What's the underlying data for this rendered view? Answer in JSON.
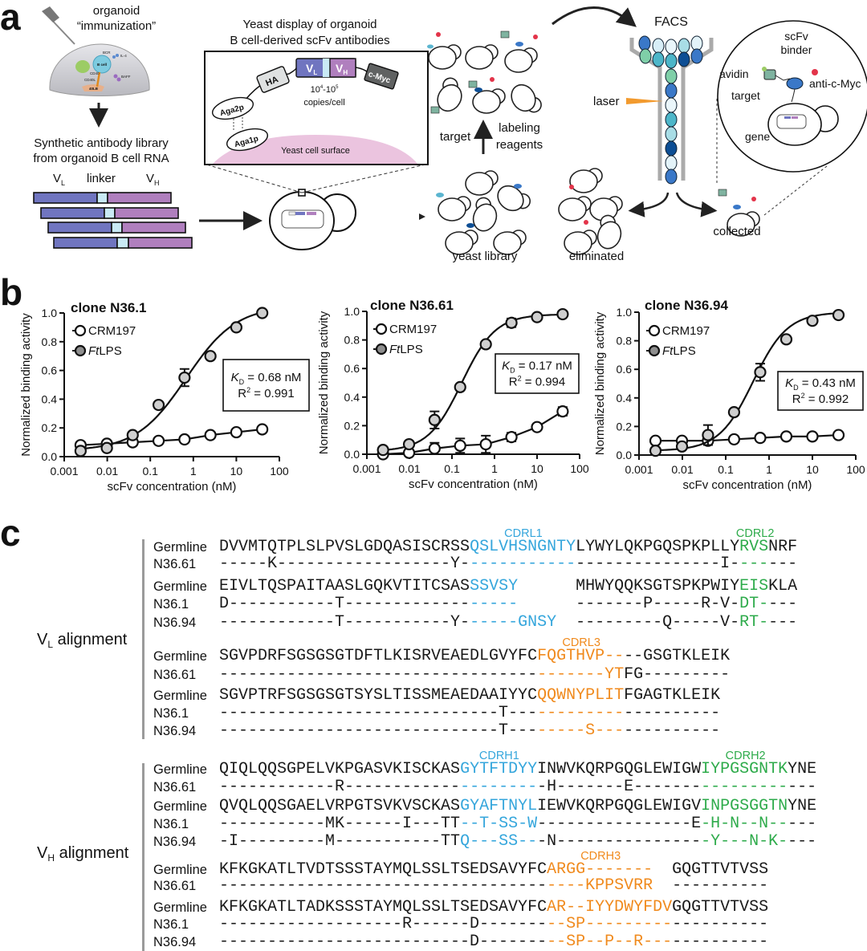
{
  "panel_labels": {
    "a": "a",
    "b": "b",
    "c": "c"
  },
  "panel_a": {
    "organoid": [
      "organoid",
      "“immunization”"
    ],
    "organoid_inner": {
      "bcr": "BCR",
      "bcell": "B cell",
      "il4": "IL-4",
      "cd40": "CD40",
      "cd40l": "CD40L",
      "baff": "BAFF",
      "lb40": "40LB"
    },
    "library": [
      "Synthetic antibody library",
      "from organoid B cell RNA"
    ],
    "library_parts": {
      "vl": "V",
      "vl_sub": "L",
      "linker": "linker",
      "vh": "V",
      "vh_sub": "H"
    },
    "display_title": [
      "Yeast display of organoid",
      "B cell-derived scFv antibodies"
    ],
    "display": {
      "ha": "HA",
      "vl": "V",
      "vl_sub": "L",
      "vh": "V",
      "vh_sub": "H",
      "cmyc": "c-Myc",
      "aga2p": "Aga2p",
      "aga1p": "Aga1p",
      "copies_base1": "10",
      "copies_exp1": "4",
      "copies_base2": "-10",
      "copies_exp2": "5",
      "copies_unit": "copies/cell",
      "surface": "Yeast cell surface"
    },
    "target": "target",
    "labeling": [
      "labeling",
      "reagents"
    ],
    "yeast_library": "yeast library",
    "eliminated": "eliminated",
    "facs": "FACS",
    "laser": "laser",
    "collected": "collected",
    "inset": {
      "scfv": "scFv",
      "binder": "binder",
      "avidin": "avidin",
      "target": "target",
      "anti_cmyc": "anti-c-Myc",
      "gene": "gene"
    }
  },
  "chart_data": [
    {
      "type": "line",
      "title": "clone N36.1",
      "xlabel": "scFv concentration (nM)",
      "ylabel": "Normalized binding activity",
      "xscale": "log",
      "xlim": [
        0.001,
        100
      ],
      "ylim": [
        0,
        1.0
      ],
      "xticks": [
        "0.001",
        "0.01",
        "0.1",
        "1",
        "10",
        "100"
      ],
      "yticks": [
        "0.0",
        "0.2",
        "0.4",
        "0.6",
        "0.8",
        "1.0"
      ],
      "x": [
        0.0024,
        0.0098,
        0.039,
        0.156,
        0.625,
        2.5,
        10,
        40
      ],
      "series": [
        {
          "name": "CRM197",
          "name_italic": "",
          "name_rest": "CRM197",
          "marker": "open",
          "values": [
            0.08,
            0.09,
            0.1,
            0.11,
            0.12,
            0.15,
            0.17,
            0.19
          ],
          "err": [
            0,
            0,
            0,
            0,
            0,
            0,
            0,
            0
          ]
        },
        {
          "name": "FtLPS",
          "name_italic": "Ft",
          "name_rest": "LPS",
          "marker": "filled",
          "values": [
            0.04,
            0.06,
            0.15,
            0.36,
            0.55,
            0.7,
            0.9,
            1.0
          ],
          "err": [
            0,
            0,
            0,
            0,
            0.06,
            0,
            0,
            0
          ],
          "fit": {
            "bottom": 0.04,
            "top": 1.05,
            "kd": 0.68,
            "hill": 0.75
          }
        }
      ],
      "stats": {
        "kd_k": "K",
        "kd_sub": "D",
        "kd_text": " = 0.68 nM",
        "r2_r": "R",
        "r2_sup": "2",
        "r2_text": " = 0.991"
      },
      "legend": "top-left"
    },
    {
      "type": "line",
      "title": "clone N36.61",
      "xlabel": "scFv concentration (nM)",
      "ylabel": "Normalized binding activity",
      "xscale": "log",
      "xlim": [
        0.001,
        100
      ],
      "ylim": [
        0,
        1.0
      ],
      "xticks": [
        "0.001",
        "0.01",
        "0.1",
        "1",
        "10",
        "100"
      ],
      "yticks": [
        "0.0",
        "0.2",
        "0.4",
        "0.6",
        "0.8",
        "1.0"
      ],
      "x": [
        0.0024,
        0.0098,
        0.039,
        0.156,
        0.625,
        2.5,
        10,
        40
      ],
      "series": [
        {
          "name": "CRM197",
          "name_italic": "",
          "name_rest": "CRM197",
          "marker": "open",
          "values": [
            0.0,
            0.01,
            0.04,
            0.06,
            0.07,
            0.12,
            0.19,
            0.3
          ],
          "err": [
            0,
            0,
            0.04,
            0.05,
            0.06,
            0.03,
            0,
            0.03
          ]
        },
        {
          "name": "FtLPS",
          "name_italic": "Ft",
          "name_rest": "LPS",
          "marker": "filled",
          "values": [
            0.03,
            0.07,
            0.24,
            0.47,
            0.77,
            0.92,
            0.96,
            0.98
          ],
          "err": [
            0,
            0,
            0.06,
            0,
            0,
            0.03,
            0,
            0
          ],
          "fit": {
            "bottom": 0.02,
            "top": 0.98,
            "kd": 0.17,
            "hill": 1.1
          }
        }
      ],
      "stats": {
        "kd_k": "K",
        "kd_sub": "D",
        "kd_text": " = 0.17 nM",
        "r2_r": "R",
        "r2_sup": "2",
        "r2_text": " = 0.994"
      },
      "legend": "top-left"
    },
    {
      "type": "line",
      "title": "clone N36.94",
      "xlabel": "scFv concentration (nM)",
      "ylabel": "Normalized binding activity",
      "xscale": "log",
      "xlim": [
        0.001,
        100
      ],
      "ylim": [
        0,
        1.0
      ],
      "xticks": [
        "0.001",
        "0.01",
        "0.1",
        "1",
        "10",
        "100"
      ],
      "yticks": [
        "0.0",
        "0.2",
        "0.4",
        "0.6",
        "0.8",
        "1.0"
      ],
      "x": [
        0.0024,
        0.0098,
        0.039,
        0.156,
        0.625,
        2.5,
        10,
        40
      ],
      "series": [
        {
          "name": "CRM197",
          "name_italic": "",
          "name_rest": "CRM197",
          "marker": "open",
          "values": [
            0.1,
            0.1,
            0.1,
            0.11,
            0.12,
            0.13,
            0.13,
            0.14
          ],
          "err": [
            0,
            0,
            0,
            0,
            0,
            0,
            0,
            0
          ]
        },
        {
          "name": "FtLPS",
          "name_italic": "Ft",
          "name_rest": "LPS",
          "marker": "filled",
          "values": [
            0.03,
            0.06,
            0.14,
            0.3,
            0.58,
            0.81,
            0.94,
            0.98
          ],
          "err": [
            0,
            0,
            0.07,
            0,
            0.06,
            0,
            0,
            0
          ],
          "fit": {
            "bottom": 0.03,
            "top": 1.0,
            "kd": 0.43,
            "hill": 1.1
          }
        }
      ],
      "stats": {
        "kd_k": "K",
        "kd_sub": "D",
        "kd_text": " = 0.43 nM",
        "r2_r": "R",
        "r2_sup": "2",
        "r2_text": " = 0.992"
      },
      "legend": "top-left"
    }
  ],
  "alignment": {
    "colors": {
      "k": "#1a1a1a",
      "c1": "#35a6dc",
      "c2": "#2eab4b",
      "c3": "#f08a1d"
    },
    "vl": {
      "label_v": "V",
      "label_sub": "L",
      "label_rest": " alignment",
      "blocks": [
        {
          "rows": [
            {
              "name": "Germline",
              "segs": [
                {
                  "t": "DVVMTQTPLSLPVSLGDQASISCRSS",
                  "c": "k"
                },
                {
                  "t": "QSLVHSNGNTY",
                  "c": "c1",
                  "label": "CDRL1"
                },
                {
                  "t": "LYWYLQKPGQSPKPLLY",
                  "c": "k"
                },
                {
                  "t": "RVS",
                  "c": "c2",
                  "label": "CDRL2"
                },
                {
                  "t": "NRF",
                  "c": "k"
                }
              ]
            },
            {
              "name": "N36.61",
              "segs": [
                {
                  "t": "-----K------------------Y-",
                  "c": "k"
                },
                {
                  "t": "-----------",
                  "c": "c1"
                },
                {
                  "t": "---------------I-",
                  "c": "k"
                },
                {
                  "t": "---",
                  "c": "c2"
                },
                {
                  "t": "---",
                  "c": "k"
                }
              ]
            }
          ]
        },
        {
          "rows": [
            {
              "name": "Germline",
              "segs": [
                {
                  "t": "EIVLTQSPAITAASLGQKVTITCSAS",
                  "c": "k"
                },
                {
                  "t": "SSVSY",
                  "c": "c1"
                },
                {
                  "t": "      ",
                  "c": "k"
                },
                {
                  "t": "MHWYQQKSGTSPKPWIY",
                  "c": "k"
                },
                {
                  "t": "EIS",
                  "c": "c2"
                },
                {
                  "t": "KLA",
                  "c": "k"
                }
              ]
            },
            {
              "name": "N36.1",
              "segs": [
                {
                  "t": "D-----------T-------------",
                  "c": "k"
                },
                {
                  "t": "-----",
                  "c": "c1"
                },
                {
                  "t": "      ",
                  "c": "k"
                },
                {
                  "t": "-------P-----R-V-",
                  "c": "k"
                },
                {
                  "t": "DT-",
                  "c": "c2"
                },
                {
                  "t": "---",
                  "c": "k"
                }
              ]
            },
            {
              "name": "N36.94",
              "segs": [
                {
                  "t": "------------T-----------Y-",
                  "c": "k"
                },
                {
                  "t": "-----GNSY",
                  "c": "c1"
                },
                {
                  "t": "  ",
                  "c": "k"
                },
                {
                  "t": "---------Q-----V-",
                  "c": "k"
                },
                {
                  "t": "RT-",
                  "c": "c2"
                },
                {
                  "t": "---",
                  "c": "k"
                }
              ]
            }
          ]
        },
        {
          "rows": [
            {
              "name": "Germline",
              "segs": [
                {
                  "t": "SGVPDRFSGSGSGTDFTLKISRVEAEDLGVYFC",
                  "c": "k"
                },
                {
                  "t": "FQGTHVP--",
                  "c": "c3",
                  "label": "CDRL3"
                },
                {
                  "t": "--GSGTKLEIK",
                  "c": "k"
                }
              ]
            },
            {
              "name": "N36.61",
              "segs": [
                {
                  "t": "---------------------------------",
                  "c": "k"
                },
                {
                  "t": "-------YT",
                  "c": "c3"
                },
                {
                  "t": "FG---------",
                  "c": "k"
                }
              ]
            }
          ]
        },
        {
          "rows": [
            {
              "name": "Germline",
              "segs": [
                {
                  "t": "SGVPTRFSGSGSGTSYSLTISSMEAEDAAIYYC",
                  "c": "k"
                },
                {
                  "t": "QQWNYPLIT",
                  "c": "c3"
                },
                {
                  "t": "FGAGTKLEIK",
                  "c": "k"
                }
              ]
            },
            {
              "name": "N36.1",
              "segs": [
                {
                  "t": "-----------------------------T---",
                  "c": "k"
                },
                {
                  "t": "---------",
                  "c": "c3"
                },
                {
                  "t": "----------",
                  "c": "k"
                }
              ]
            },
            {
              "name": "N36.94",
              "segs": [
                {
                  "t": "-----------------------------T---",
                  "c": "k"
                },
                {
                  "t": "-----S---",
                  "c": "c3"
                },
                {
                  "t": "----------",
                  "c": "k"
                }
              ]
            }
          ]
        }
      ]
    },
    "vh": {
      "label_v": "V",
      "label_sub": "H",
      "label_rest": " alignment",
      "blocks": [
        {
          "rows": [
            {
              "name": "Germline",
              "segs": [
                {
                  "t": "QIQLQQSGPELVKPGASVKISCKAS",
                  "c": "k"
                },
                {
                  "t": "GYTFTDYY",
                  "c": "c1",
                  "label": "CDRH1"
                },
                {
                  "t": "INWVKQRPGQGLEWIGW",
                  "c": "k"
                },
                {
                  "t": "IYPGSGNTK",
                  "c": "c2",
                  "label": "CDRH2"
                },
                {
                  "t": "YNE",
                  "c": "k"
                }
              ]
            },
            {
              "name": "N36.61",
              "segs": [
                {
                  "t": "------------R------------",
                  "c": "k"
                },
                {
                  "t": "--------",
                  "c": "c1"
                },
                {
                  "t": "-H-------E-------",
                  "c": "k"
                },
                {
                  "t": "---------",
                  "c": "c2"
                },
                {
                  "t": "---",
                  "c": "k"
                }
              ]
            }
          ]
        },
        {
          "rows": [
            {
              "name": "Germline",
              "segs": [
                {
                  "t": "QVQLQQSGAELVRPGTSVKVSCKAS",
                  "c": "k"
                },
                {
                  "t": "GYAFTNYL",
                  "c": "c1"
                },
                {
                  "t": "IEWVKQRPGQGLEWIGV",
                  "c": "k"
                },
                {
                  "t": "INPGSGGTN",
                  "c": "c2"
                },
                {
                  "t": "YNE",
                  "c": "k"
                }
              ]
            },
            {
              "name": "N36.1",
              "segs": [
                {
                  "t": "-----------MK------I---TT",
                  "c": "k"
                },
                {
                  "t": "--T-SS-W",
                  "c": "c1"
                },
                {
                  "t": "----------------E",
                  "c": "k"
                },
                {
                  "t": "-H-N--N--",
                  "c": "c2"
                },
                {
                  "t": "---",
                  "c": "k"
                }
              ]
            },
            {
              "name": "N36.94",
              "segs": [
                {
                  "t": "-I---------M-----------TT",
                  "c": "k"
                },
                {
                  "t": "Q---SS--",
                  "c": "c1"
                },
                {
                  "t": "-N---------------",
                  "c": "k"
                },
                {
                  "t": "-Y---N-K-",
                  "c": "c2"
                },
                {
                  "t": "---",
                  "c": "k"
                }
              ]
            }
          ]
        },
        {
          "rows": [
            {
              "name": "Germline",
              "segs": [
                {
                  "t": "KFKGKATLTVDTSSSTAYMQLSSLTSEDSAVYFC",
                  "c": "k"
                },
                {
                  "t": "ARGG-------",
                  "c": "c3",
                  "label": "CDRH3"
                },
                {
                  "t": "  ",
                  "c": "k"
                },
                {
                  "t": "GQGTTVTVSS",
                  "c": "k"
                }
              ]
            },
            {
              "name": "N36.61",
              "segs": [
                {
                  "t": "----------------------------------",
                  "c": "k"
                },
                {
                  "t": "----KPPSVRR",
                  "c": "c3"
                },
                {
                  "t": "  ",
                  "c": "k"
                },
                {
                  "t": "----------",
                  "c": "k"
                }
              ]
            }
          ]
        },
        {
          "rows": [
            {
              "name": "Germline",
              "segs": [
                {
                  "t": "KFKGKATLTADKSSSTAYMQLSSLTSEDSAVYFC",
                  "c": "k"
                },
                {
                  "t": "AR--IYYDWYFDV",
                  "c": "c3"
                },
                {
                  "t": "GQGTTVTVSS",
                  "c": "k"
                }
              ]
            },
            {
              "name": "N36.1",
              "segs": [
                {
                  "t": "-------------------R------D-------",
                  "c": "k"
                },
                {
                  "t": "--SP---------",
                  "c": "c3"
                },
                {
                  "t": "----------",
                  "c": "k"
                }
              ]
            },
            {
              "name": "N36.94",
              "segs": [
                {
                  "t": "--------------------------D-------",
                  "c": "k"
                },
                {
                  "t": "--SP--P--R---",
                  "c": "c3"
                },
                {
                  "t": "----------",
                  "c": "k"
                }
              ]
            }
          ]
        }
      ]
    }
  }
}
